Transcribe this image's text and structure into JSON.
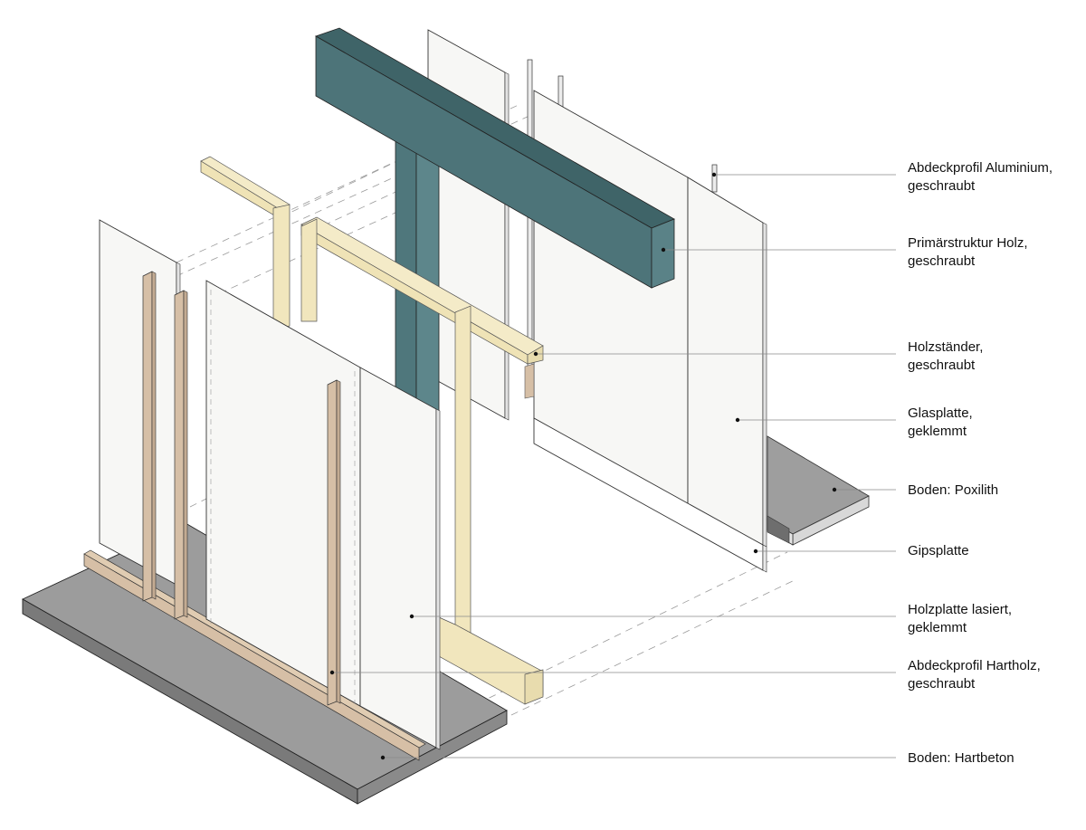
{
  "colors": {
    "beam": "#4d7479",
    "beam_top": "#3f6468",
    "beam_side": "#5a8287",
    "timber": "#f1e6bd",
    "hardwood": "#d6bfa6",
    "panel": "#f7f7f5",
    "floor": "#9c9c9c",
    "leader": "#8a8a8a"
  },
  "labels": [
    {
      "id": "abdeckprofil-aluminium",
      "line1": "Abdeckprofil Aluminium,",
      "line2": "geschraubt"
    },
    {
      "id": "primaerstruktur-holz",
      "line1": "Primärstruktur Holz,",
      "line2": "geschraubt"
    },
    {
      "id": "holzstaender",
      "line1": "Holzständer,",
      "line2": "geschraubt"
    },
    {
      "id": "glasplatte",
      "line1": "Glasplatte,",
      "line2": "geklemmt"
    },
    {
      "id": "boden-poxilith",
      "line1": "Boden: Poxilith",
      "line2": ""
    },
    {
      "id": "gipsplatte",
      "line1": "Gipsplatte",
      "line2": ""
    },
    {
      "id": "holzplatte",
      "line1": "Holzplatte lasiert,",
      "line2": "geklemmt"
    },
    {
      "id": "abdeckprofil-hartholz",
      "line1": "Abdeckprofil Hartholz,",
      "line2": "geschraubt"
    },
    {
      "id": "boden-hartbeton",
      "line1": "Boden: Hartbeton",
      "line2": ""
    }
  ]
}
